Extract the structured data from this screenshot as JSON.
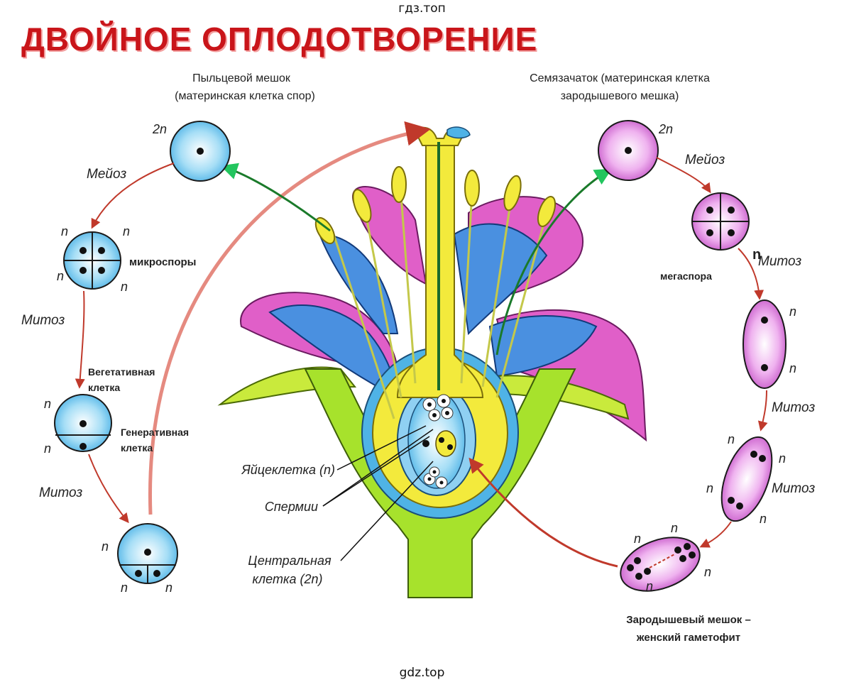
{
  "watermark_top": "гдз.топ",
  "watermark_bottom": "gdz.top",
  "title": "ДВОЙНОЕ ОПЛОДОТВОРЕНИЕ",
  "male": {
    "pollen_sac_line1": "Пыльцевой мешок",
    "pollen_sac_line2": "(материнская клетка спор)",
    "ploidy_2n": "2n",
    "meiosis": "Мейоз",
    "n": "n",
    "microspores": "микроспоры",
    "mitosis1": "Митоз",
    "vegetative_line1": "Вегетативная",
    "vegetative_line2": "клетка",
    "generative_line1": "Генеративная",
    "generative_line2": "клетка",
    "mitosis2": "Митоз"
  },
  "female": {
    "ovule_line1": "Семязачаток (материнская клетка",
    "ovule_line2": "зародышевого мешка)",
    "ploidy_2n": "2n",
    "meiosis": "Мейоз",
    "n_bold": "n",
    "megaspore": "мегаспора",
    "mitosis1": "Митоз",
    "n": "n",
    "mitosis2": "Митоз",
    "mitosis3": "Митоз",
    "embryo_sac_line1": "Зародышевый мешок –",
    "embryo_sac_line2": "женский гаметофит"
  },
  "flower": {
    "egg_cell": "Яйцеклетка (n)",
    "sperm": "Спермии",
    "central_line1": "Центральная",
    "central_line2": "клетка (2n)"
  },
  "colors": {
    "title": "#c9151a",
    "male_cell": "#6ec6ec",
    "female_cell": "#d77ad8",
    "arrow_red": "#c0392b",
    "arrow_green": "#1a7a2a",
    "petal_pink": "#e05fc8",
    "petal_blue": "#4a90e0",
    "stalk_green": "#a7e22c",
    "style_yellow": "#f3ea3c"
  }
}
